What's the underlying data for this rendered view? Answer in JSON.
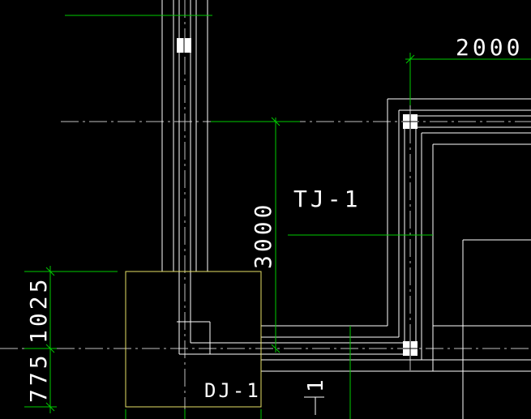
{
  "drawing": {
    "background_color": "#000000",
    "colors": {
      "wall": "#ffffff",
      "dimension": "#00cc00",
      "footing": "#e6e066",
      "axis": "#bfbfbf",
      "column": "#ffffff"
    },
    "dimensions": {
      "top_right": "2000",
      "vertical_middle": "3000",
      "left_upper": "1025",
      "left_lower": "775"
    },
    "labels": {
      "strip_footing": "TJ-1",
      "isolated_footing": "DJ-1",
      "section_mark": "1"
    }
  }
}
